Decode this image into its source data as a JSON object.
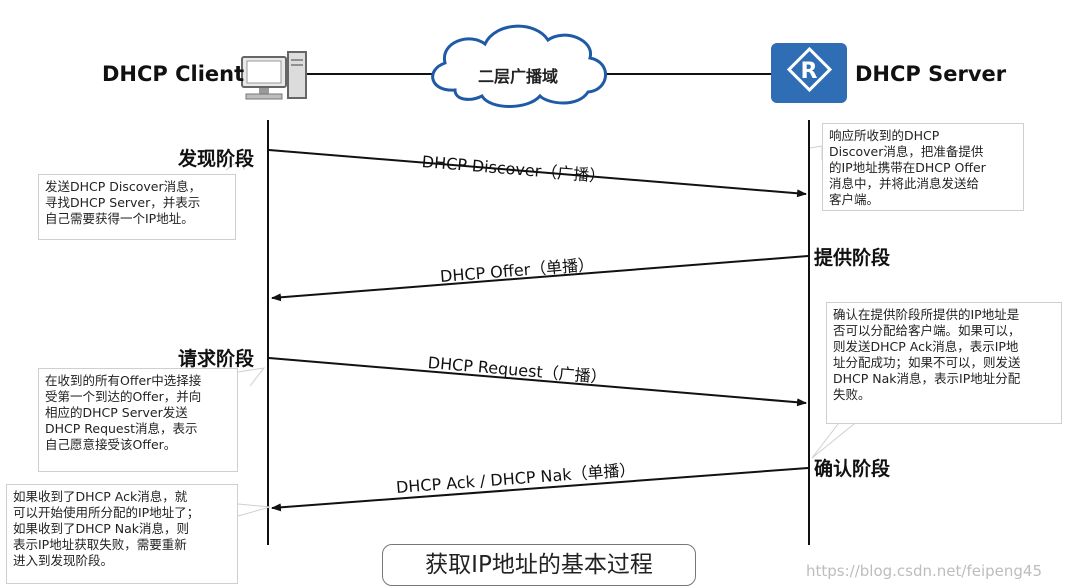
{
  "client": {
    "label": "DHCP Client",
    "icon": "computer-icon"
  },
  "server": {
    "label": "DHCP Server",
    "icon": "router-icon"
  },
  "network": {
    "label": "二层广播域",
    "icon": "cloud-icon"
  },
  "phases": {
    "discover": "发现阶段",
    "offer": "提供阶段",
    "request": "请求阶段",
    "ack": "确认阶段"
  },
  "messages": {
    "discover": "DHCP Discover（广播）",
    "offer": "DHCP Offer（单播）",
    "request": "DHCP Request（广播）",
    "ack": "DHCP Ack / DHCP Nak（单播）"
  },
  "notes": {
    "discover": "发送DHCP Discover消息，\n寻找DHCP Server，并表示\n自己需要获得一个IP地址。",
    "offer": "响应所收到的DHCP\nDiscover消息，把准备提供\n的IP地址携带在DHCP Offer\n消息中，并将此消息发送给\n客户端。",
    "request": "在收到的所有Offer中选择接\n受第一个到达的Offer，并向\n相应的DHCP Server发送\nDHCP Request消息，表示\n自己愿意接受该Offer。",
    "ack_server": "确认在提供阶段所提供的IP地址是\n否可以分配给客户端。如果可以，\n则发送DHCP Ack消息，表示IP地\n址分配成功；如果不可以，则发送\nDHCP Nak消息，表示IP地址分配\n失败。",
    "ack_client": "如果收到了DHCP Ack消息，就\n可以开始使用所分配的IP地址了；\n如果收到了DHCP Nak消息，则\n表示IP地址获取失败，需要重新\n进入到发现阶段。"
  },
  "caption": "获取IP地址的基本过程",
  "watermark": "https://blog.csdn.net/feipeng45",
  "colors": {
    "router_blue": "#2f6db5",
    "cloud_blue": "#1f5aa6",
    "line": "#111111",
    "note_border": "#cfcfcf"
  }
}
